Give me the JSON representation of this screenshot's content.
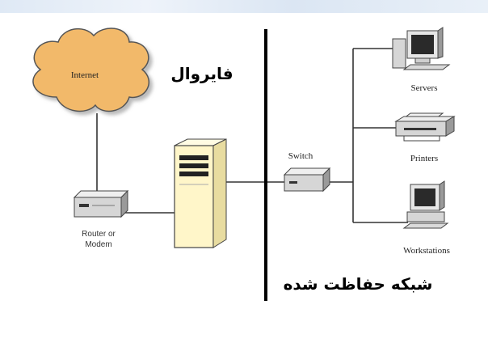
{
  "labels": {
    "internet": "Internet",
    "firewall": "فایروال",
    "router": [
      "Router or",
      "Modem"
    ],
    "switch": "Switch",
    "servers": "Servers",
    "printers": "Printers",
    "workstations": "Workstations",
    "protected_network": "شبکه حفاظت شده"
  },
  "colors": {
    "cloud": "#f2b96a",
    "firewall_box": "#fff6c9",
    "device_gray": "#d6d6d6",
    "monitor_screen": "#2a2a2a"
  }
}
